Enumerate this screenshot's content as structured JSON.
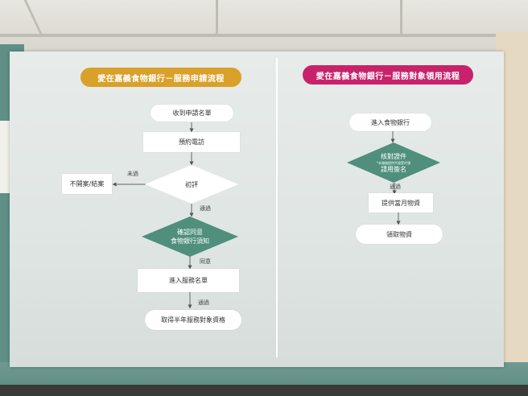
{
  "left_flow": {
    "title": "愛在嘉義食物銀行－服務申請流程",
    "title_color": "#d9a02a",
    "steps": {
      "receive": "收到申請名單",
      "call": "預約電訪",
      "assess": "初評",
      "confirm_line1": "確認同意",
      "confirm_line2": "食物銀行須知",
      "enter_list": "進入服務名單",
      "qualify": "取得半年服務對象資格",
      "reject": "不開案/結案"
    },
    "labels": {
      "fail": "未過",
      "pass1": "通過",
      "agree": "同意",
      "pass2": "通過"
    }
  },
  "right_flow": {
    "title": "愛在嘉義食物銀行－服務對象領用流程",
    "title_color": "#c8236a",
    "steps": {
      "enter_bank": "進入食物銀行",
      "verify_line1": "核對證件",
      "verify_note": "*本服務提供不接受代領",
      "verify_line2": "請用簽名",
      "provide": "提供當月物資",
      "collect": "領取物資"
    },
    "labels": {
      "pass": "通過"
    }
  },
  "colors": {
    "diamond_green": "#4f8f7c",
    "diamond_white": "#ffffff",
    "board": "#e3e9e7"
  }
}
